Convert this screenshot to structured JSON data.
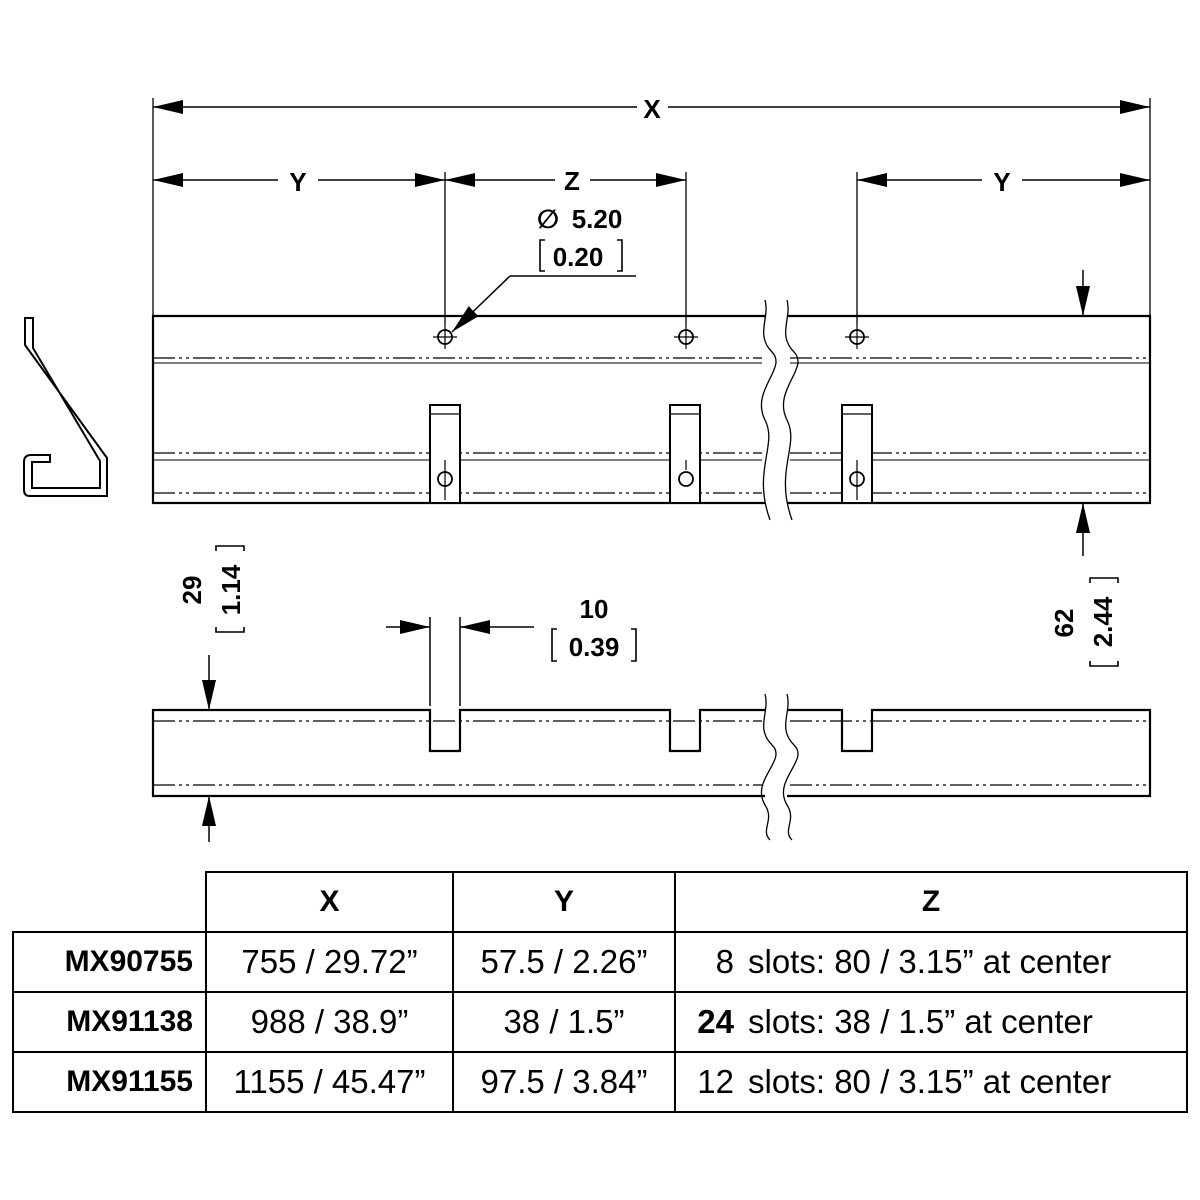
{
  "drawing": {
    "dims": {
      "x": "X",
      "y_left": "Y",
      "z": "Z",
      "y_right": "Y",
      "hole_diameter_mm": "5.20",
      "hole_diameter_in": "0.20",
      "slot_width_mm": "10",
      "slot_width_in": "0.39",
      "depth_mm": "29",
      "depth_in": "1.14",
      "height_mm": "62",
      "height_in": "2.44"
    },
    "diameter_symbol": "∅"
  },
  "table": {
    "headers": {
      "x": "X",
      "y": "Y",
      "z": "Z"
    },
    "rows": [
      {
        "model": "MX90755",
        "x": "755 / 29.72”",
        "y": "57.5 / 2.26”",
        "z_count": "8",
        "z_text": "slots: 80 / 3.15” at center",
        "count_bold": false
      },
      {
        "model": "MX91138",
        "x": "988 / 38.9”",
        "y": "38 / 1.5”",
        "z_count": "24",
        "z_text": "slots: 38 / 1.5” at center",
        "count_bold": true
      },
      {
        "model": "MX91155",
        "x": "1155 / 45.47”",
        "y": "97.5 / 3.84”",
        "z_count": "12",
        "z_text": "slots: 80 / 3.15” at center",
        "count_bold": false
      }
    ]
  }
}
